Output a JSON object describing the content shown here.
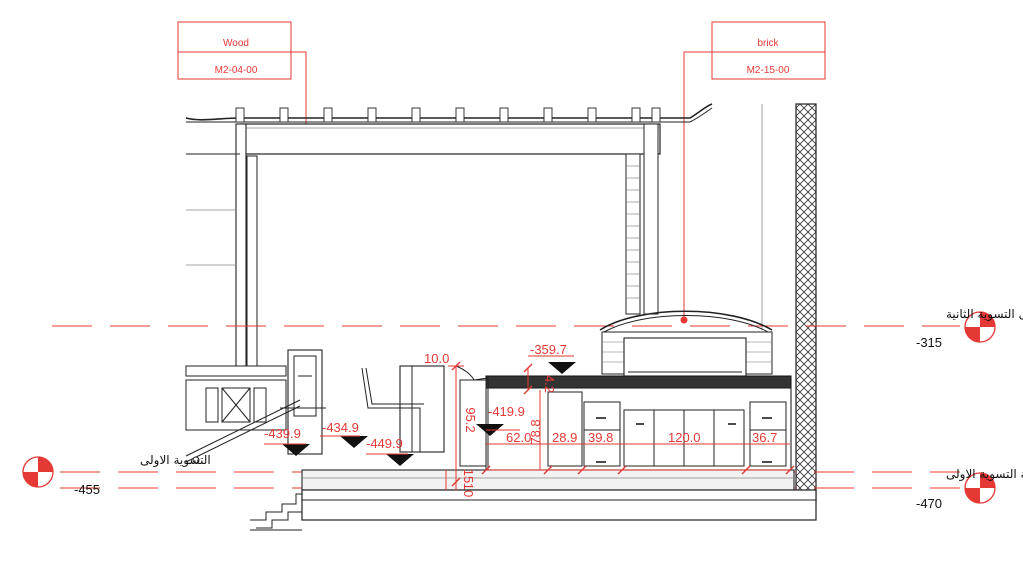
{
  "callouts": [
    {
      "material": "Wood",
      "code": "M2-04-00"
    },
    {
      "material": "brick",
      "code": "M2-15-00"
    }
  ],
  "levels": {
    "road_entrance_label": "مستوى مدخل الطريق الى التسوية الثانية",
    "road_entrance_value": "-315",
    "first_level_label": "التسوية الاولى",
    "first_level_value": "-455",
    "garden_label": "حديقة التسوية الاولى",
    "garden_value": "-470"
  },
  "dimensions": {
    "d_10": "10.0",
    "d_359": "-359.7",
    "d_42": "4.2",
    "d_419": "-419.9",
    "d_95": "95.2",
    "d_788": "78.8",
    "d_439": "-439.9",
    "d_434": "-434.9",
    "d_449": "-449.9",
    "d_62": "62.0",
    "d_289": "28.9",
    "d_398": "39.8",
    "d_120": "120.0",
    "d_367": "36.7",
    "d_15": "15",
    "d_10b": "10"
  },
  "colors": {
    "annotation": "#e53935",
    "line": "#222222",
    "level_marker": "#e53935"
  }
}
